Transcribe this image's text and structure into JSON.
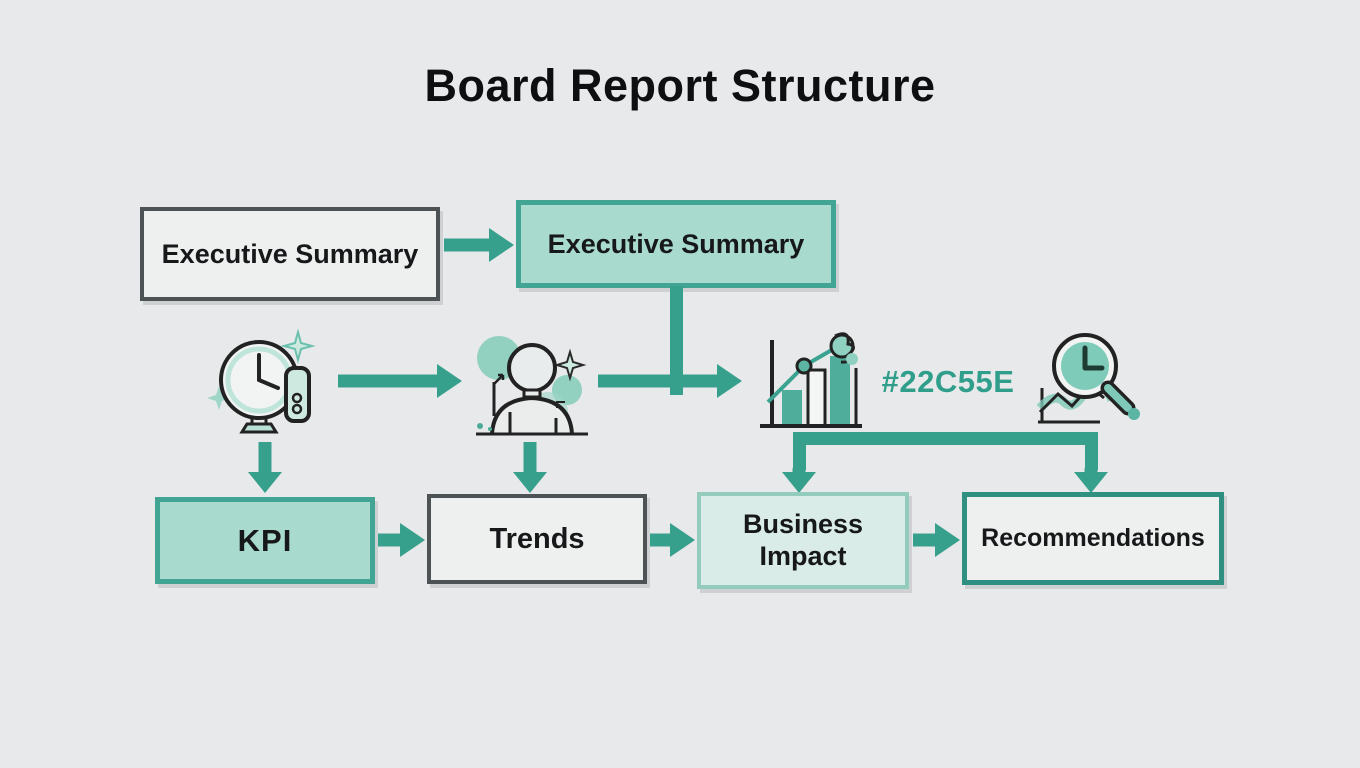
{
  "title": "Board Report Structure",
  "colors": {
    "accent_teal": "#37A08D",
    "teal_box_fill": "#A8DACD",
    "light_teal_box_fill": "#D9ECE7",
    "dark_gray_border": "#4D5255",
    "background": "#E8E9EA"
  },
  "flow": {
    "top": {
      "draft_label": "Executive Summary",
      "final_label": "Executive Summary"
    },
    "middle": {
      "hex_label": "#22C55E",
      "icons": [
        "clock-analytics-icon",
        "person-icon",
        "bar-chart-growth-icon",
        "magnifier-clock-icon"
      ]
    },
    "bottom": {
      "kpi_label": "KPI",
      "trends_label": "Trends",
      "business_impact_label": "Business Impact",
      "recommendations_label": "Recommendations"
    }
  }
}
